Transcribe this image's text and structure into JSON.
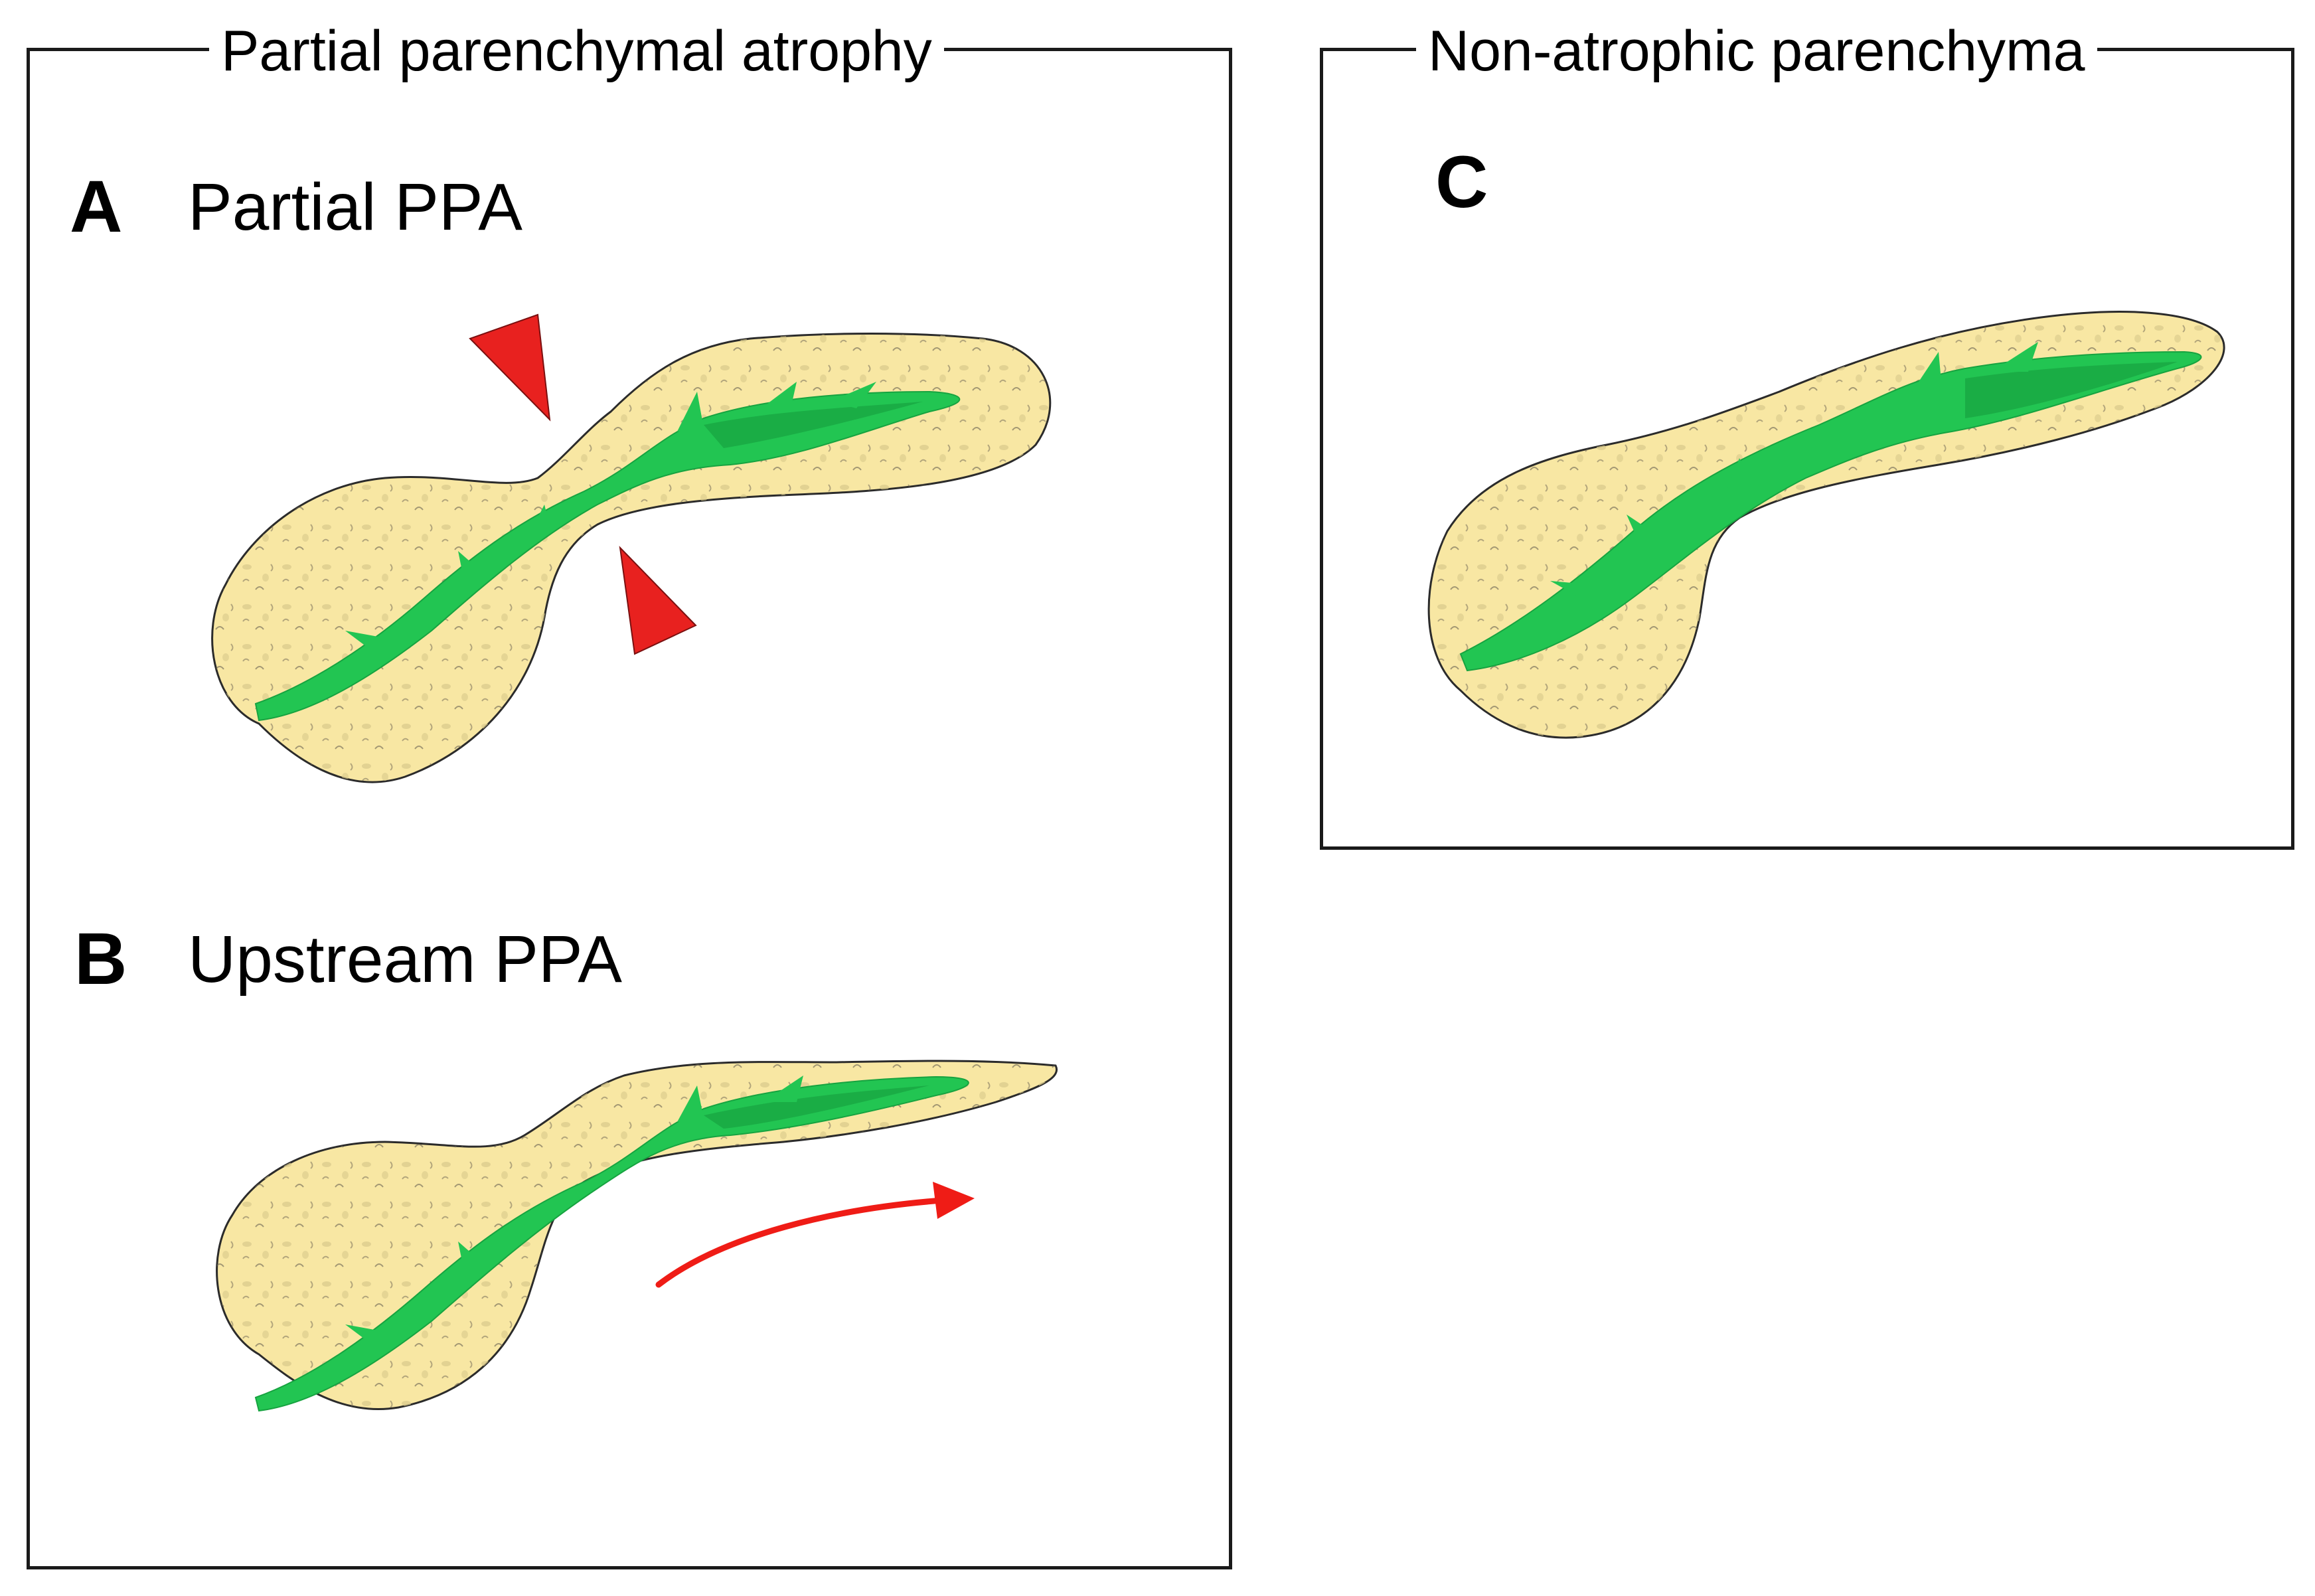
{
  "panels": {
    "left_group": {
      "title": "Partial parenchymal atrophy"
    },
    "right_group": {
      "title": "Non-atrophic parenchyma"
    },
    "a": {
      "letter": "A",
      "label": "Partial PPA"
    },
    "b": {
      "letter": "B",
      "label": "Upstream PPA"
    },
    "c": {
      "letter": "C",
      "label": ""
    }
  },
  "colors": {
    "parenchyma": "#f8e7a3",
    "parenchyma_speckle": "#d9c98a",
    "duct": "#22c552",
    "duct_dark": "#17a340",
    "arrowhead_marker": "#e8211f",
    "arrow": "#ef1c16",
    "border": "#1a1a1a"
  },
  "icons": {
    "atrophy_markers": "red-triangle-arrowhead",
    "direction_marker": "red-curved-arrow"
  }
}
